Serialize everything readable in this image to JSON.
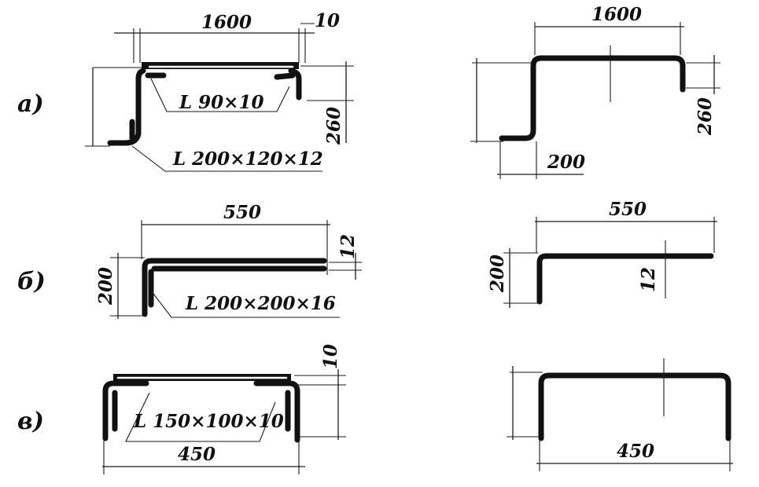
{
  "rows": {
    "a": "а)",
    "b": "б)",
    "v": "в)"
  },
  "row_a": {
    "left": {
      "dim_width": "1600",
      "dim_thickness": "10",
      "dim_height": "260",
      "angle_inner": "L 90×10",
      "angle_main": "L 200×120×12"
    },
    "right": {
      "dim_width": "1600",
      "dim_height": "260",
      "dim_step": "200"
    }
  },
  "row_b": {
    "left": {
      "dim_width": "550",
      "dim_thickness": "12",
      "dim_height": "200",
      "angle_main": "L 200×200×16"
    },
    "right": {
      "dim_width": "550",
      "dim_height": "200",
      "dim_thickness": "12"
    }
  },
  "row_v": {
    "left": {
      "dim_thickness": "10",
      "dim_width": "450",
      "angle_main": "L 150×100×10"
    },
    "right": {
      "dim_width": "450"
    }
  }
}
